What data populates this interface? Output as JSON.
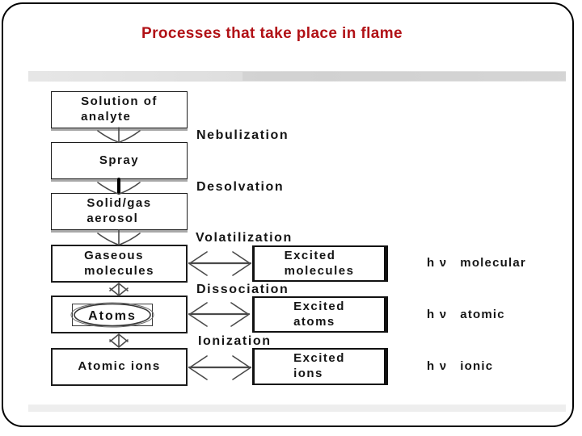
{
  "slide": {
    "title": "Processes that take place in flame",
    "title_color": "#b11116",
    "border_color": "#000000"
  },
  "diagram": {
    "left_boxes": [
      {
        "label": "Solution of\nanalyte"
      },
      {
        "label": "Spray"
      },
      {
        "label": "Solid/gas\naerosol"
      },
      {
        "label": "Gaseous\nmolecules"
      },
      {
        "label": "Atoms"
      },
      {
        "label": "Atomic ions"
      }
    ],
    "right_boxes": [
      {
        "label": "Excited\nmolecules"
      },
      {
        "label": "Excited\natoms"
      },
      {
        "label": "Excited\nions"
      }
    ],
    "process_labels": [
      {
        "label": "Nebulization"
      },
      {
        "label": "Desolvation"
      },
      {
        "label": "Volatilization"
      },
      {
        "label": "Dissociation"
      },
      {
        "label": "Ionization"
      }
    ],
    "emission_labels": [
      {
        "symbol": "h ν",
        "mode": "molecular"
      },
      {
        "symbol": "h ν",
        "mode": "atomic"
      },
      {
        "symbol": "h ν",
        "mode": "ionic"
      }
    ],
    "flow": [
      "Solution of analyte -> (Nebulization) -> Spray",
      "Spray -> (Desolvation) -> Solid/gas aerosol",
      "Solid/gas aerosol -> (Volatilization) -> Gaseous molecules",
      "Gaseous molecules <-> Excited molecules -> h ν molecular",
      "Gaseous molecules <-> (Dissociation) <-> Atoms",
      "Atoms <-> Excited atoms -> h ν atomic",
      "Atoms <-> (Ionization) <-> Atomic ions",
      "Atomic ions <-> Excited ions -> h ν ionic"
    ]
  }
}
